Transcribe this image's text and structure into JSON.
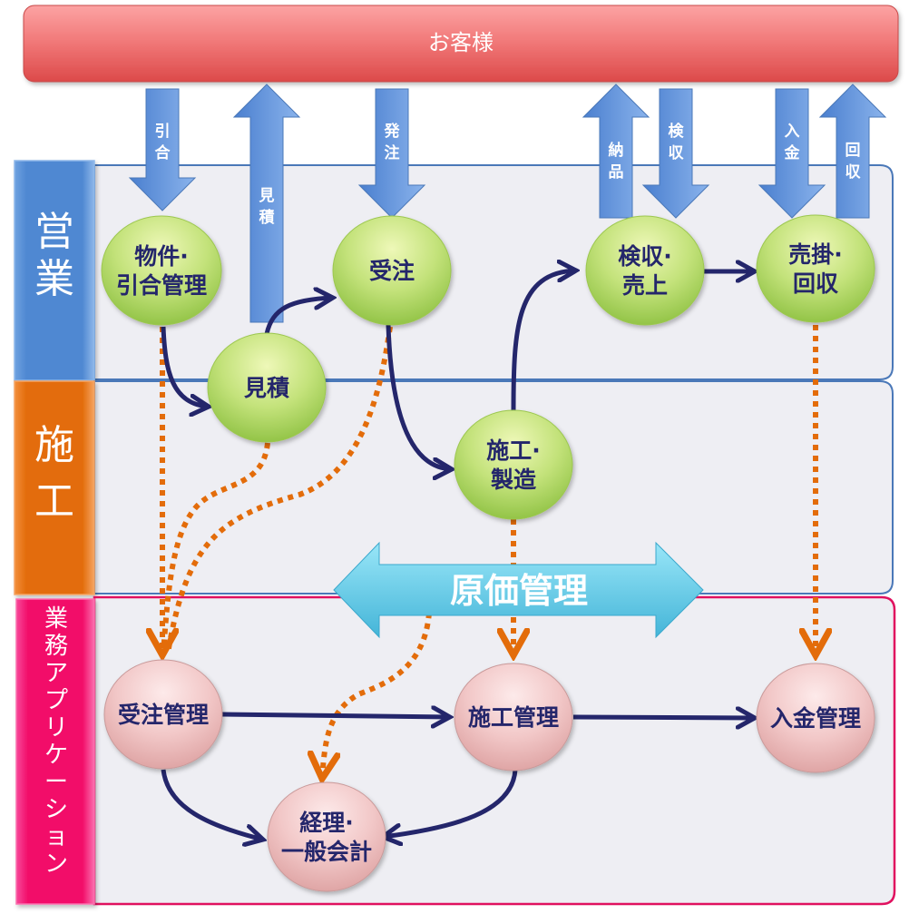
{
  "customer": {
    "label": "お客様"
  },
  "lanes": [
    {
      "id": "sales",
      "label": "営業",
      "color": "#4f88d2",
      "border": "#4a78b8"
    },
    {
      "id": "construction",
      "label": "施工",
      "color": "#e36c0a",
      "border": "#4a78b8"
    },
    {
      "id": "apps",
      "label": "業務アプリケーション",
      "color": "#f20d69",
      "border": "#e0115f"
    }
  ],
  "customer_flows": [
    {
      "id": "inquiry",
      "label": "引合",
      "direction": "down"
    },
    {
      "id": "estimate",
      "label": "見積",
      "direction": "up"
    },
    {
      "id": "order",
      "label": "発注",
      "direction": "down"
    },
    {
      "id": "delivery",
      "label": "納品",
      "direction": "up"
    },
    {
      "id": "inspection",
      "label": "検収",
      "direction": "down"
    },
    {
      "id": "payment",
      "label": "入金",
      "direction": "down"
    },
    {
      "id": "collection",
      "label": "回収",
      "direction": "up"
    }
  ],
  "nodes": {
    "property_inquiry": {
      "lines": [
        "物件·",
        "引合管理"
      ],
      "lane": "sales"
    },
    "estimate": {
      "lines": [
        "見積"
      ],
      "lane": "sales"
    },
    "order_received": {
      "lines": [
        "受注"
      ],
      "lane": "sales"
    },
    "inspection_sales": {
      "lines": [
        "検収·",
        "売上"
      ],
      "lane": "sales"
    },
    "receivable_collection": {
      "lines": [
        "売掛·",
        "回収"
      ],
      "lane": "sales"
    },
    "construction_manufacturing": {
      "lines": [
        "施工·",
        "製造"
      ],
      "lane": "construction"
    },
    "order_management": {
      "lines": [
        "受注管理"
      ],
      "lane": "apps"
    },
    "construction_management": {
      "lines": [
        "施工管理"
      ],
      "lane": "apps"
    },
    "payment_management": {
      "lines": [
        "入金管理"
      ],
      "lane": "apps"
    },
    "accounting": {
      "lines": [
        "経理·",
        "一般会計"
      ],
      "lane": "apps"
    }
  },
  "cost_management": {
    "label": "原価管理"
  },
  "colors": {
    "customer_bar": "#e8585a",
    "flow_arrow": "#5b8fd6",
    "green_node": "#a9d65a",
    "pink_node": "#f0c2c2",
    "process_arrow": "#24266b",
    "data_arrow": "#e36c0a",
    "cost_arrow": "#5cc3e3",
    "lane_bg": "#eeeef3"
  }
}
